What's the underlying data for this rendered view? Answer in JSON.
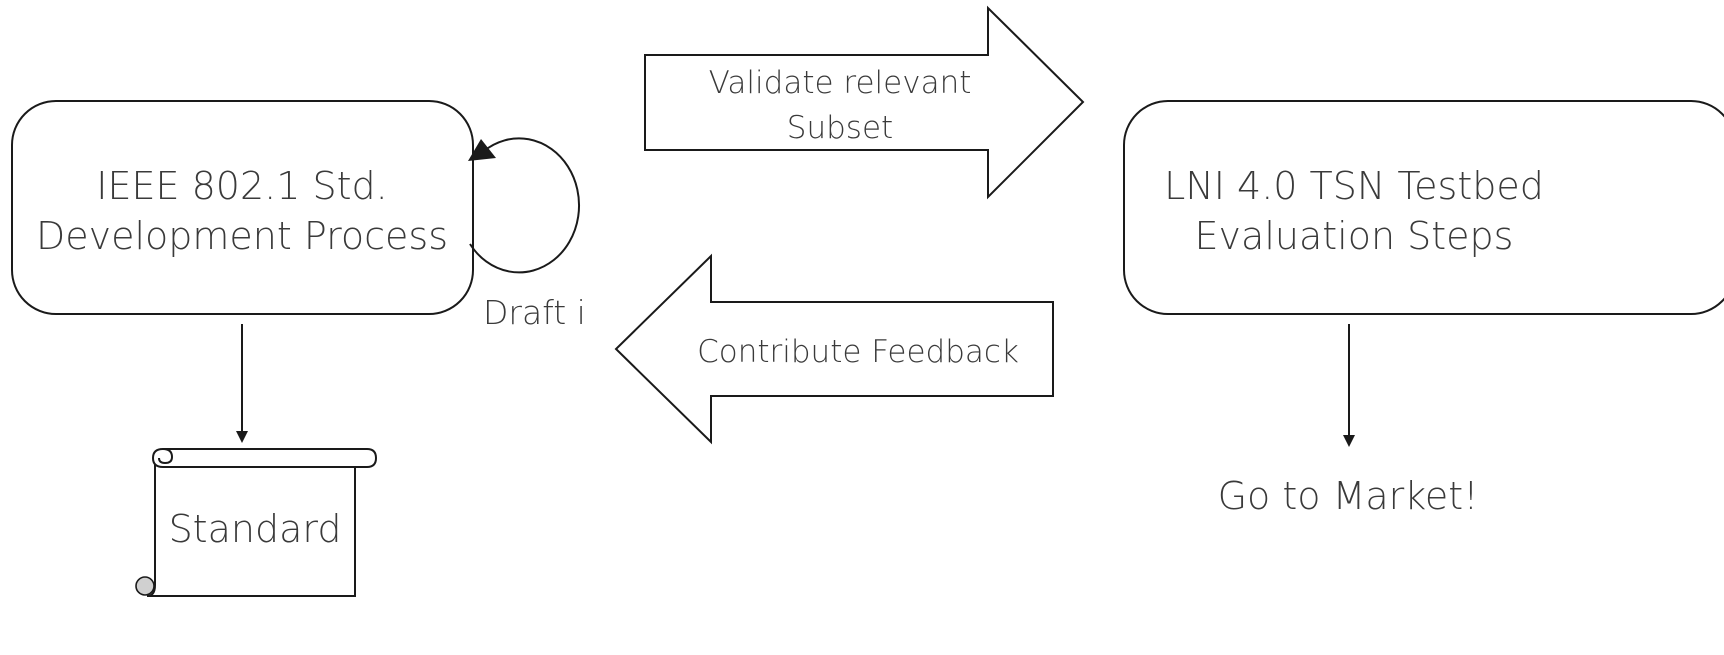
{
  "nodes": {
    "ieee_box": {
      "line1": "IEEE 802.1 Std.",
      "line2": "Development Process"
    },
    "testbed_box": {
      "line1": "LNI 4.0 TSN Testbed",
      "line2": "Evaluation Steps"
    },
    "standard_doc": {
      "label": "Standard"
    },
    "go_to_market": {
      "label": "Go to Market!"
    }
  },
  "edges": {
    "draft_loop": {
      "label": "Draft i"
    },
    "validate_arrow": {
      "line1": "Validate relevant",
      "line2": "Subset"
    },
    "feedback_arrow": {
      "label": "Contribute Feedback"
    }
  }
}
